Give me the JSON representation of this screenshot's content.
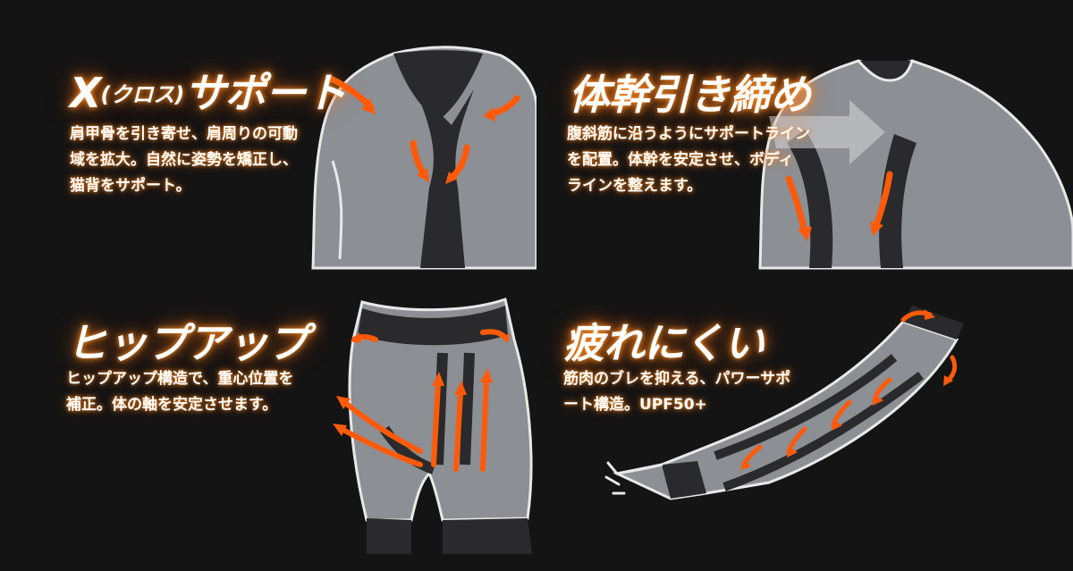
{
  "colors": {
    "background": "#141414",
    "accent_arrow": "#ff5a0a",
    "garment_gray": "#8c8f93",
    "garment_dark": "#2a2a2c",
    "glow": "#ff8a1e"
  },
  "sections": [
    {
      "title_main": "X",
      "title_paren": "(クロス)",
      "title_rest": "サポート",
      "desc_lines": [
        "肩甲骨を引き寄せ、肩周りの可動",
        "域を拡大。自然に姿勢を矯正し、",
        "猫背をサポート。"
      ],
      "illustration": "upper-back-x-support"
    },
    {
      "title": "体幹引き締め",
      "desc_lines": [
        "腹斜筋に沿うようにサポートライン",
        "を配置。体幹を安定させ、ボディ",
        "ラインを整えます。"
      ],
      "illustration": "torso-core-support"
    },
    {
      "title": "ヒップアップ",
      "desc_lines": [
        "ヒップアップ構造で、重心位置を",
        "補正。体の軸を安定させます。"
      ],
      "illustration": "hip-up-shorts"
    },
    {
      "title": "疲れにくい",
      "desc_lines": [
        "筋肉のブレを抑える、パワーサポ",
        "ート構造。UPF50+"
      ],
      "illustration": "arm-sleeve"
    }
  ]
}
